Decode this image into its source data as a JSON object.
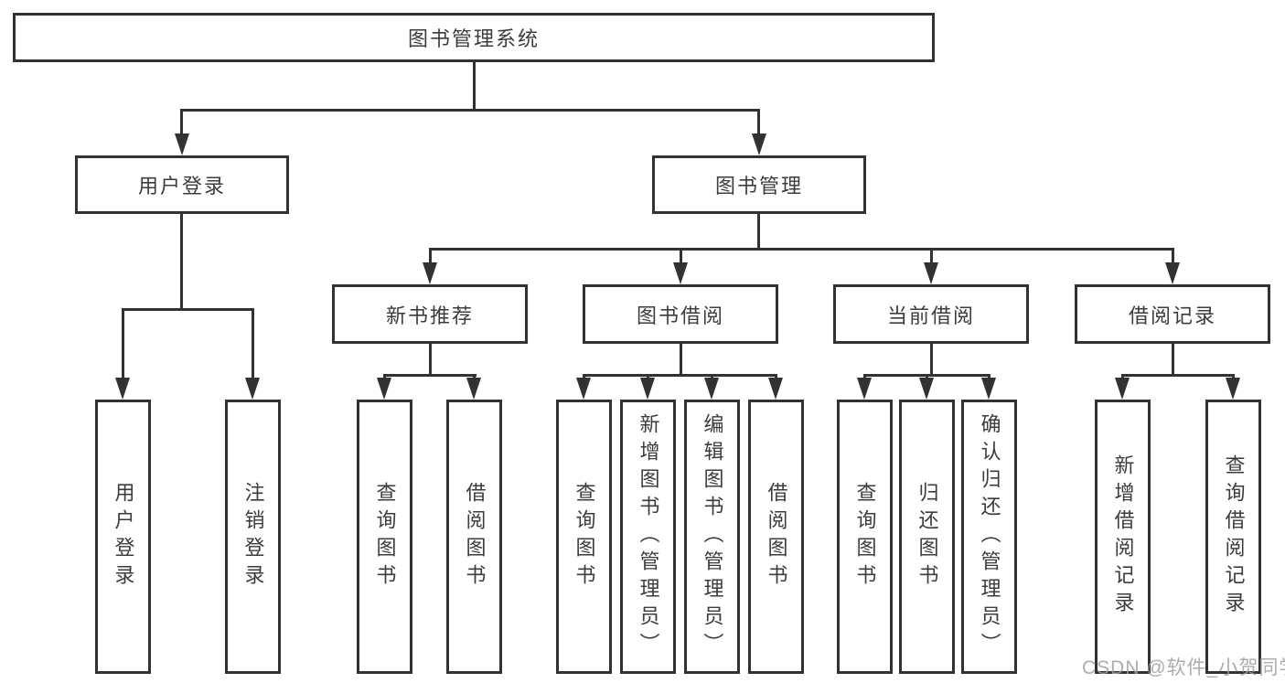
{
  "tree": {
    "label": "图书管理系统",
    "children": [
      {
        "label": "用户登录",
        "children": [
          {
            "label": "用户登录"
          },
          {
            "label": "注销登录"
          }
        ]
      },
      {
        "label": "图书管理",
        "children": [
          {
            "label": "新书推荐",
            "children": [
              {
                "label": "查询图书"
              },
              {
                "label": "借阅图书"
              }
            ]
          },
          {
            "label": "图书借阅",
            "children": [
              {
                "label": "查询图书"
              },
              {
                "label": "新增图书（管理员）"
              },
              {
                "label": "编辑图书（管理员）"
              },
              {
                "label": "借阅图书"
              }
            ]
          },
          {
            "label": "当前借阅",
            "children": [
              {
                "label": "查询图书"
              },
              {
                "label": "归还图书"
              },
              {
                "label": "确认归还（管理员）"
              }
            ]
          },
          {
            "label": "借阅记录",
            "children": [
              {
                "label": "新增借阅记录"
              },
              {
                "label": "查询借阅记录"
              }
            ]
          }
        ]
      }
    ]
  },
  "watermark": {
    "text": "CSDN @软件_小贺同学"
  },
  "colors": {
    "line": "#323232",
    "text": "#3c3c3c",
    "box_background": "#ffffff",
    "watermark": "#9e9e9e"
  }
}
